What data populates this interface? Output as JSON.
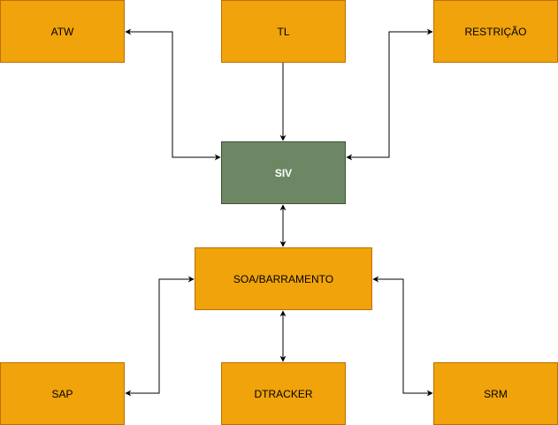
{
  "diagram": {
    "colors": {
      "node_fill": "#f0a30a",
      "node_border": "#bd7000",
      "center_fill": "#6d8764",
      "center_border": "#3a5431",
      "edge": "#000000"
    },
    "nodes": {
      "atw": "ATW",
      "tl": "TL",
      "restricao": "RESTRIÇÃO",
      "siv": "SIV",
      "soa": "SOA/BARRAMENTO",
      "sap": "SAP",
      "dtracker": "DTRACKER",
      "srm": "SRM"
    },
    "edges": [
      {
        "from": "ATW",
        "to": "SIV",
        "direction": "both"
      },
      {
        "from": "TL",
        "to": "SIV",
        "direction": "forward"
      },
      {
        "from": "RESTRIÇÃO",
        "to": "SIV",
        "direction": "both"
      },
      {
        "from": "SIV",
        "to": "SOA/BARRAMENTO",
        "direction": "both"
      },
      {
        "from": "SOA/BARRAMENTO",
        "to": "SAP",
        "direction": "both"
      },
      {
        "from": "SOA/BARRAMENTO",
        "to": "DTRACKER",
        "direction": "both"
      },
      {
        "from": "SOA/BARRAMENTO",
        "to": "SRM",
        "direction": "both"
      }
    ]
  }
}
